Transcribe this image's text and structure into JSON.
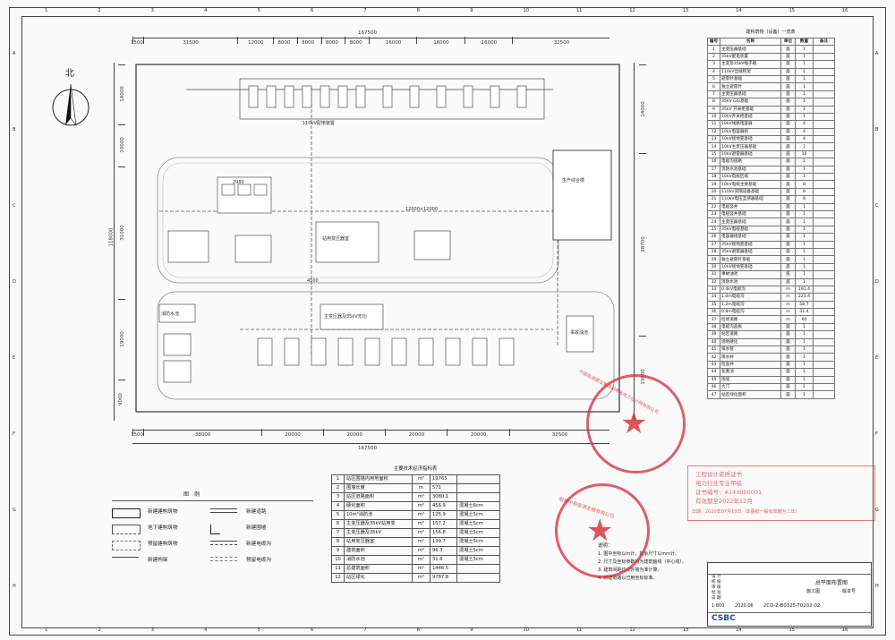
{
  "colors": {
    "seal": "#d62a34",
    "line": "#444444",
    "accent_blue": "#3b6fb0"
  },
  "border": {
    "top_numbers": [
      "1",
      "2",
      "3",
      "4",
      "5",
      "6",
      "7",
      "8",
      "9",
      "10",
      "11",
      "12",
      "13",
      "14",
      "15",
      "16"
    ],
    "side_letters": [
      "A",
      "B",
      "C",
      "D",
      "E",
      "F",
      "G",
      "H"
    ]
  },
  "north": {
    "label": "北",
    "icon": "north-arrow-icon"
  },
  "dims": {
    "total_top": "167500",
    "top_segments": [
      "3500",
      "31500",
      "12000",
      "8000",
      "8000",
      "8000",
      "8000",
      "16000",
      "16000",
      "16000",
      "32500"
    ],
    "total_bottom": "167500",
    "bottom_segments": [
      "3500",
      "38000",
      "20000",
      "20000",
      "20000",
      "20000",
      "32500"
    ],
    "left_total": "118000",
    "left_segments": [
      "14000",
      "10000",
      "31000",
      "19000",
      "9000"
    ],
    "right_segments": [
      "14000",
      "28700",
      "13000"
    ]
  },
  "plan": {
    "building_a": "110kV配电装置",
    "building_b": "生产综合楼",
    "building_c": "站用变压器室",
    "building_d": "主变压器及35kV无功",
    "building_e": "事故油池",
    "building_f": "消防水池",
    "building_g": "2980",
    "road_label": "12000×12000",
    "dim_4500": "4500"
  },
  "equipment_table": {
    "title": "建构筑物（设备）一览表",
    "headers": [
      "编号",
      "名称",
      "单位",
      "数量",
      "备注"
    ],
    "rows": [
      [
        "1",
        "主变压器基础",
        "座",
        "1",
        ""
      ],
      [
        "2",
        "35kV配电装置",
        "座",
        "1",
        ""
      ],
      [
        "3",
        "主变及35kV端子箱",
        "座",
        "1",
        ""
      ],
      [
        "4",
        "110kV出线构架",
        "座",
        "1",
        ""
      ],
      [
        "5",
        "避雷针基础",
        "座",
        "1",
        ""
      ],
      [
        "6",
        "独立避雷针",
        "座",
        "1",
        ""
      ],
      [
        "7",
        "主变压器基础",
        "座",
        "1",
        ""
      ],
      [
        "8",
        "35kV GIS基础",
        "座",
        "1",
        ""
      ],
      [
        "9",
        "35kV 开关柜基础",
        "座",
        "1",
        ""
      ],
      [
        "10",
        "10kV开关柜基础",
        "座",
        "1",
        ""
      ],
      [
        "11",
        "10kV线路电容器",
        "座",
        "4",
        ""
      ],
      [
        "12",
        "10kV电容器组",
        "座",
        "4",
        ""
      ],
      [
        "13",
        "10kV接地变基础",
        "座",
        "4",
        ""
      ],
      [
        "14",
        "10kV主变压器基础",
        "座",
        "1",
        ""
      ],
      [
        "15",
        "10kV避雷器基础",
        "座",
        "16",
        ""
      ],
      [
        "16",
        "电缆沟道路",
        "座",
        "1",
        ""
      ],
      [
        "17",
        "消防水池基础",
        "座",
        "1",
        ""
      ],
      [
        "18",
        "10kV电缆区域",
        "座",
        "1",
        ""
      ],
      [
        "19",
        "10kV电缆主要基础",
        "座",
        "8",
        ""
      ],
      [
        "20",
        "110kV间隔设备基础",
        "座",
        "8",
        ""
      ],
      [
        "21",
        "110kV电压互感器基础",
        "座",
        "8",
        ""
      ],
      [
        "22",
        "电缆竖井",
        "座",
        "1",
        ""
      ],
      [
        "23",
        "电缆竖井基础",
        "座",
        "1",
        ""
      ],
      [
        "24",
        "主变压器基础",
        "座",
        "1",
        ""
      ],
      [
        "25",
        "35kV电缆基础",
        "座",
        "1",
        ""
      ],
      [
        "26",
        "电容器组基础",
        "座",
        "1",
        ""
      ],
      [
        "27",
        "35kV接地变基础",
        "座",
        "1",
        ""
      ],
      [
        "28",
        "35kV避雷器基础",
        "座",
        "1",
        ""
      ],
      [
        "29",
        "独立避雷针基础",
        "座",
        "1",
        ""
      ],
      [
        "30",
        "10kV接地变基础",
        "座",
        "1",
        ""
      ],
      [
        "31",
        "事故油池",
        "座",
        "1",
        ""
      ],
      [
        "32",
        "消防水池",
        "座",
        "1",
        ""
      ],
      [
        "33",
        "0.4kV电缆沟",
        "m",
        "191.4",
        ""
      ],
      [
        "34",
        "1.0m电缆沟",
        "m",
        "221.4",
        ""
      ],
      [
        "35",
        "1.2m电缆沟",
        "m",
        "58.7",
        ""
      ],
      [
        "36",
        "0.8m电缆沟",
        "m",
        "31.4",
        ""
      ],
      [
        "37",
        "检修道路",
        "m",
        "60",
        ""
      ],
      [
        "38",
        "电缆沟盖板",
        "座",
        "1",
        ""
      ],
      [
        "39",
        "站区道路",
        "座",
        "1",
        ""
      ],
      [
        "40",
        "场地硬化",
        "座",
        "1",
        ""
      ],
      [
        "41",
        "排水管",
        "座",
        "1",
        ""
      ],
      [
        "42",
        "雨水井",
        "座",
        "1",
        ""
      ],
      [
        "43",
        "检查井",
        "座",
        "1",
        ""
      ],
      [
        "44",
        "化粪池",
        "座",
        "1",
        ""
      ],
      [
        "45",
        "围墙",
        "座",
        "1",
        ""
      ],
      [
        "46",
        "大门",
        "座",
        "1",
        ""
      ],
      [
        "47",
        "站区绿化面积",
        "座",
        "1",
        ""
      ]
    ]
  },
  "tech_table": {
    "title": "主要技术经济指标表",
    "rows": [
      [
        "1",
        "站区围墙内用地面积",
        "m²",
        "19765",
        ""
      ],
      [
        "2",
        "围墙长度",
        "m",
        "571",
        ""
      ],
      [
        "3",
        "站区道路面积",
        "m²",
        "3080.1",
        "",
        ""
      ],
      [
        "4",
        "硬化面积",
        "m²",
        "456.9",
        "混凝土6cm"
      ],
      [
        "5",
        "10m³消防池",
        "m²",
        "125.9",
        "混凝土5cm"
      ],
      [
        "6",
        "主变压器及35kV站用变",
        "m²",
        "157.2",
        "混凝土5cm"
      ],
      [
        "7",
        "主变压器及35kV",
        "m²",
        "156.8",
        "混凝土5cm"
      ],
      [
        "8",
        "站用变压器室",
        "m²",
        "139.7",
        "混凝土5cm"
      ],
      [
        "9",
        "建筑面积",
        "m²",
        "96.3",
        "混凝土5cm"
      ],
      [
        "10",
        "消防水池",
        "m²",
        "31.6",
        "混凝土5cm"
      ],
      [
        "11",
        "总建筑面积",
        "m²",
        "1446.5",
        ""
      ],
      [
        "12",
        "站区绿化",
        "m²",
        "9787.8",
        ""
      ]
    ]
  },
  "legend": {
    "title": "图　例",
    "items": [
      {
        "label": "新建建构筑物"
      },
      {
        "label": "地下建构筑物"
      },
      {
        "label": "预留建构筑物"
      },
      {
        "label": "新建构架"
      },
      {
        "label": "新建道路"
      },
      {
        "label": "新建围墙"
      },
      {
        "label": "新建电缆沟"
      },
      {
        "label": "预留电缆沟"
      }
    ]
  },
  "notes": {
    "title": "说明：",
    "items": [
      "1. 图中坐标以m计，其余尺寸以mm计。",
      "2. 尺寸及坐标参数均为建筑轴线（中心线）。",
      "3. 建筑间距均以外墙为准计算。",
      "4. 新建道路以已用坐标标准。"
    ]
  },
  "title_block": {
    "company": "CSBC",
    "project": "总平面布置图",
    "drawing_no": "2CD-Z-B0325-T0202-02",
    "scale": "1:800",
    "date": "2020.06",
    "stage": "施工图",
    "labels": [
      "设 计",
      "校 核",
      "审 核",
      "批 准",
      "日 期"
    ],
    "right_label": "版本号"
  },
  "seals": {
    "seal1_text": "中国能源建设集团湖南省电力设计院有限公司",
    "seal2_text": "南县中辰能源发展有限公司",
    "rect_seal_lines": [
      "工程设计资质证书",
      "电力行业专业甲级",
      "证书编号：A143000001",
      "有效期至2022年12月"
    ],
    "rect_seal_footer": "日期：2020年07月10日（本图纸一般有效期为二年）"
  }
}
